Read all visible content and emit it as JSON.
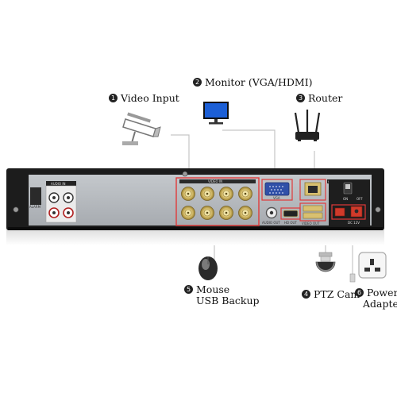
{
  "callouts": [
    {
      "number": "1",
      "label": "Video Input"
    },
    {
      "number": "2",
      "label": "Monitor (VGA/HDMI)"
    },
    {
      "number": "3",
      "label": "Router"
    },
    {
      "number": "5",
      "label": "Mouse",
      "label2": "USB Backup"
    },
    {
      "number": "4",
      "label": "PTZ Cam"
    },
    {
      "number": "6",
      "label": "Power",
      "label2": "Adapter"
    }
  ],
  "panel": {
    "audio_in": "AUDIO IN",
    "alarm": "ALARM",
    "video_in": "VIDEO IN",
    "vga": "VGA",
    "audio_out": "AUDIO OUT",
    "hd_out": "HD OUT",
    "video_out": "VIDEO OUT",
    "audio_in_2": "AUDIO IN",
    "power": "DC 12V",
    "on": "ON",
    "off": "OFF"
  },
  "colors": {
    "panel": "#b4b8bc",
    "highlight": "#e03a3a",
    "bnc_gold": "#d8c070",
    "chassis": "#1a1a1a"
  },
  "icons": [
    "cctv-camera-icon",
    "monitor-icon",
    "router-icon",
    "mouse-icon",
    "ptz-camera-icon",
    "power-plug-icon"
  ]
}
